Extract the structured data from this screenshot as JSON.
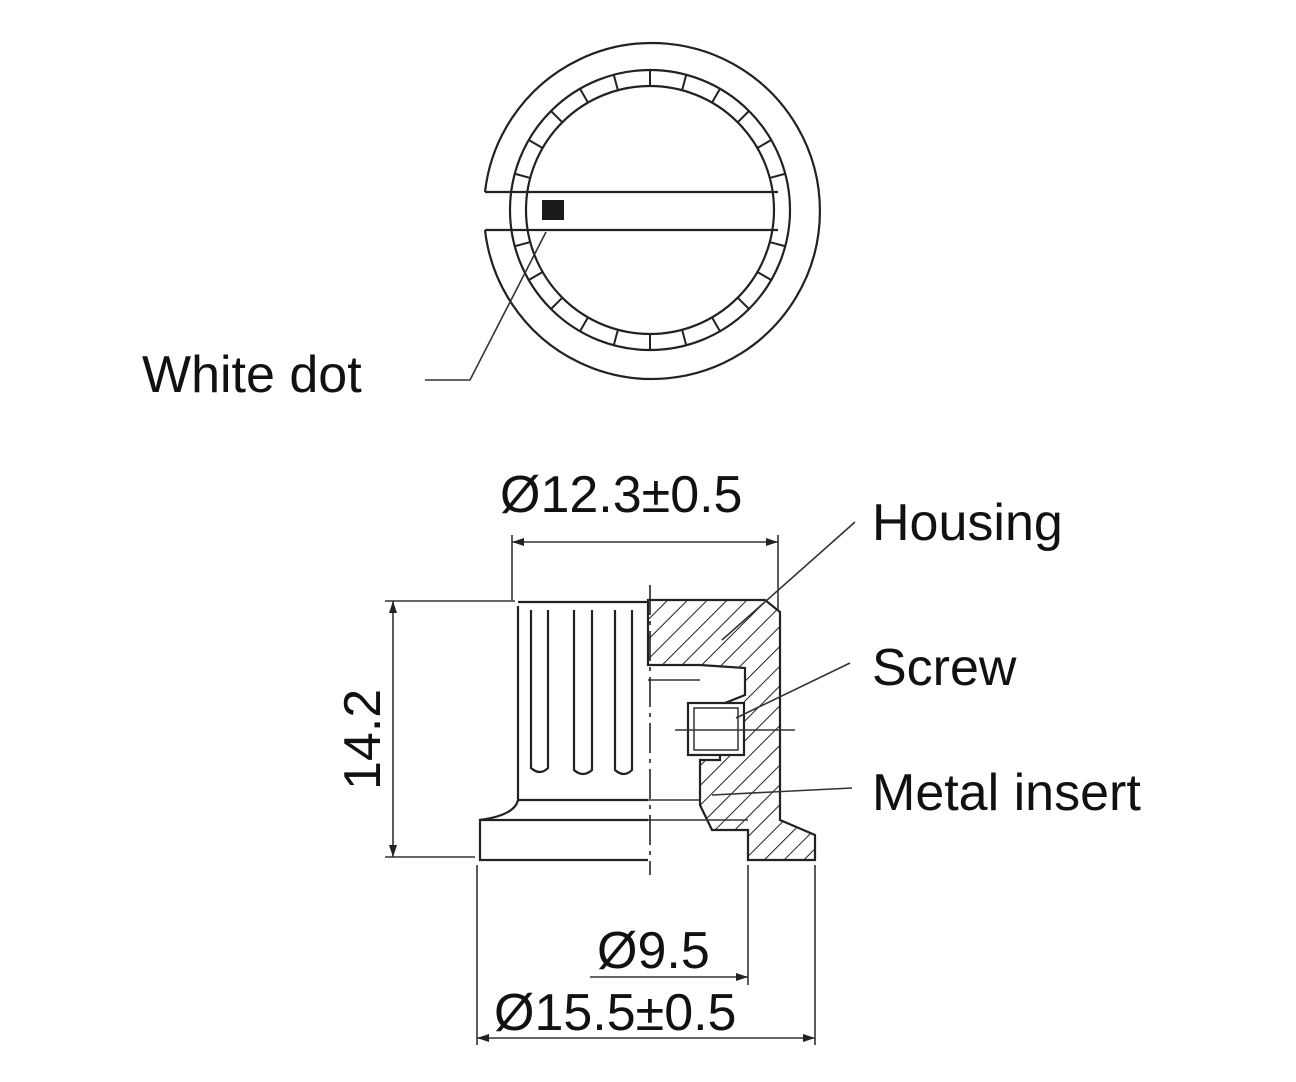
{
  "top_view": {
    "label_white_dot": "White dot"
  },
  "side_view": {
    "dim_top": "Ø12.3±0.5",
    "dim_height": "14.2",
    "dim_inner": "Ø9.5",
    "dim_base": "Ø15.5±0.5",
    "label_housing": "Housing",
    "label_screw": "Screw",
    "label_metal_insert": "Metal insert"
  },
  "colors": {
    "line": "#222222",
    "background": "#ffffff",
    "dot": "#1a1a1a"
  }
}
